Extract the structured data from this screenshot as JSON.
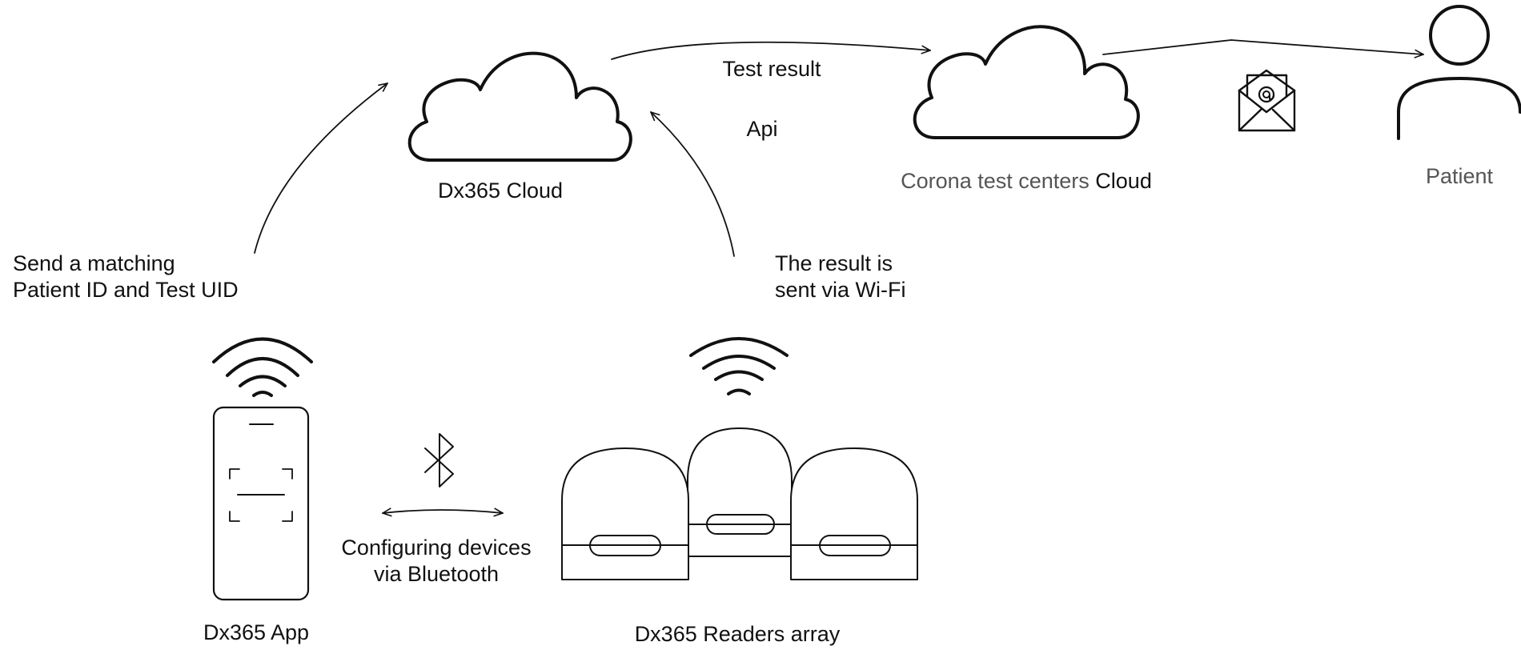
{
  "labels": {
    "dx365_cloud": "Dx365 Cloud",
    "test_result": "Test result",
    "api": "Api",
    "corona_cloud_part1": "Corona test centers",
    "corona_cloud_part2": "Cloud",
    "patient": "Patient",
    "send_matching_line1": "Send a matching",
    "send_matching_line2": "Patient ID and Test UID",
    "result_sent_line1": "The result is",
    "result_sent_line2": "sent via Wi-Fi",
    "configuring_line1": "Configuring devices",
    "configuring_line2": "via Bluetooth",
    "dx365_app": "Dx365 App",
    "readers_array": "Dx365 Readers array"
  },
  "icons": {
    "cloud_left": "cloud-icon",
    "cloud_right": "cloud-icon",
    "email": "email-envelope-icon",
    "patient": "person-icon",
    "wifi_phone": "wifi-icon",
    "wifi_readers": "wifi-icon",
    "bluetooth": "bluetooth-icon",
    "phone": "smartphone-scan-icon",
    "readers": "readers-array-icon"
  },
  "colors": {
    "stroke": "#111111",
    "secondary_text": "#555555"
  }
}
